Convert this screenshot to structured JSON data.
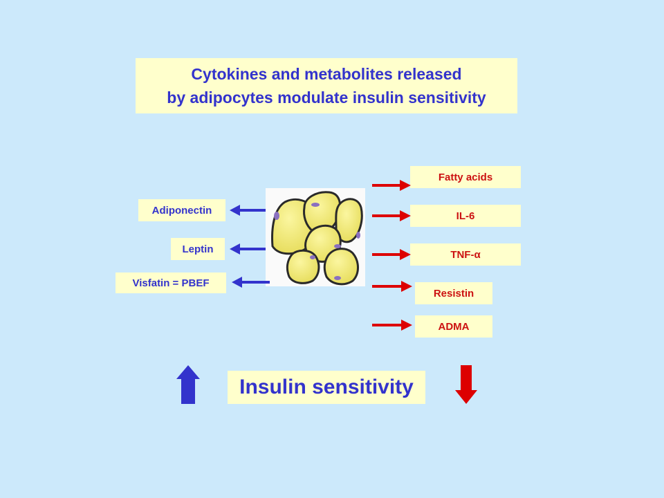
{
  "colors": {
    "background": "#cce9fb",
    "box_fill": "#ffffcc",
    "blue": "#3333cc",
    "red": "#dd0000",
    "cell_fill": "#f4ec6c",
    "cell_outline": "#2a2a2a"
  },
  "title": {
    "line1": "Cytokines and metabolites released",
    "line2": "by adipocytes modulate insulin sensitivity"
  },
  "left_labels": [
    "Adiponectin",
    "Leptin",
    "Visfatin = PBEF"
  ],
  "right_labels": [
    "Fatty acids",
    "IL-6",
    "TNF-α",
    "Resistin",
    "ADMA"
  ],
  "image": {
    "alt": "adipocytes-photo"
  },
  "bottom": {
    "label": "Insulin sensitivity",
    "up_arrow": "up-arrow-icon",
    "down_arrow": "down-arrow-icon"
  }
}
